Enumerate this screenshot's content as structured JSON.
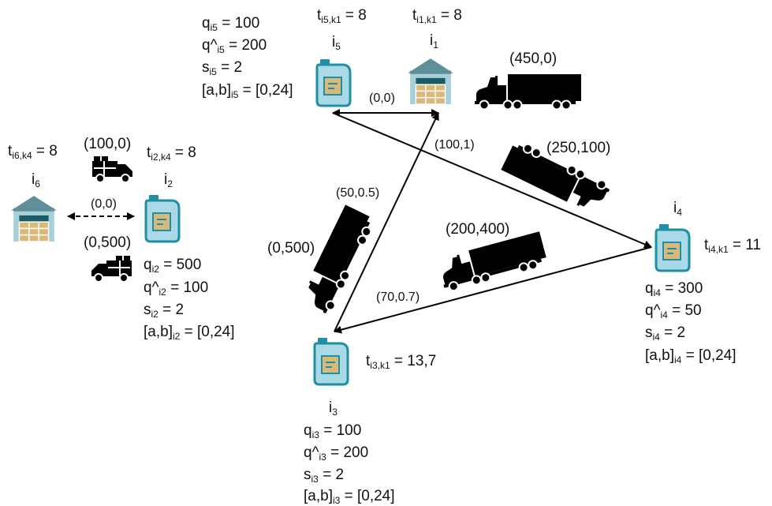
{
  "colors": {
    "tank_body": "#a9d9e6",
    "tank_outline": "#1f8fa3",
    "tank_label": "#d9b97a",
    "warehouse_roof": "#5f8e99",
    "warehouse_wall": "#a6cfd8",
    "warehouse_dark": "#1b5c64",
    "crate": "#d9b97a",
    "truck": "#000000",
    "edge": "#000000"
  },
  "nodes": {
    "i1": {
      "icon": "warehouse-icon",
      "label": "i",
      "sub": "1",
      "time_label": "t",
      "time_sub": "i1,k1",
      "time_value": "= 8"
    },
    "i2": {
      "icon": "tank-icon",
      "label": "i",
      "sub": "2",
      "time_label": "t",
      "time_sub": "i2,k4",
      "time_value": "= 8",
      "attrs": [
        {
          "name": "q",
          "sub": "i2",
          "value": "= 500"
        },
        {
          "name": "q^",
          "sub": "i2",
          "value": "= 100"
        },
        {
          "name": "s",
          "sub": "i2",
          "value": "= 2"
        },
        {
          "name": "[a,b]",
          "sub": "i2",
          "value": "= [0,24]"
        }
      ]
    },
    "i3": {
      "icon": "tank-icon",
      "label": "i",
      "sub": "3",
      "time_label": "t",
      "time_sub": "i3,k1",
      "time_value": "= 13,7",
      "attrs": [
        {
          "name": "q",
          "sub": "i3",
          "value": "= 100"
        },
        {
          "name": "q^",
          "sub": "i3",
          "value": "= 200"
        },
        {
          "name": "s",
          "sub": "i3",
          "value": "= 2"
        },
        {
          "name": "[a,b]",
          "sub": "i3",
          "value": "= [0,24]"
        }
      ]
    },
    "i4": {
      "icon": "tank-icon",
      "label": "i",
      "sub": "4",
      "time_label": "t",
      "time_sub": "i4,k1",
      "time_value": "= 11",
      "attrs": [
        {
          "name": "q",
          "sub": "i4",
          "value": "= 300"
        },
        {
          "name": "q^",
          "sub": "i4",
          "value": "= 50"
        },
        {
          "name": "s",
          "sub": "i4",
          "value": "= 2"
        },
        {
          "name": "[a,b]",
          "sub": "i4",
          "value": "= [0,24]"
        }
      ]
    },
    "i5": {
      "icon": "tank-icon",
      "label": "i",
      "sub": "5",
      "time_label": "t",
      "time_sub": "i5,k1",
      "time_value": "= 8",
      "attrs": [
        {
          "name": "q",
          "sub": "i5",
          "value": "= 100"
        },
        {
          "name": "q^",
          "sub": "i5",
          "value": "= 200"
        },
        {
          "name": "s",
          "sub": "i5",
          "value": "= 2"
        },
        {
          "name": "[a,b]",
          "sub": "i5",
          "value": "= [0,24]"
        }
      ]
    },
    "i6": {
      "icon": "warehouse-icon",
      "label": "i",
      "sub": "6",
      "time_label": "t",
      "time_sub": "i6,k4",
      "time_value": "= 8"
    }
  },
  "edge_labels": {
    "i1_i5": "(0,0)",
    "i5_i4": "(100,1)",
    "i4_i3": "(70,0.7)",
    "i3_i1": "(50,0.5)",
    "i6_i2": "(0,0)"
  },
  "truck_labels": {
    "k1_depot": "(450,0)",
    "k1_leg_i5_i4": "(250,100)",
    "k1_leg_i4_i3": "(200,400)",
    "k1_leg_i3_i1": "(0,500)",
    "k4_upper": "(100,0)",
    "k4_lower": "(0,500)"
  }
}
